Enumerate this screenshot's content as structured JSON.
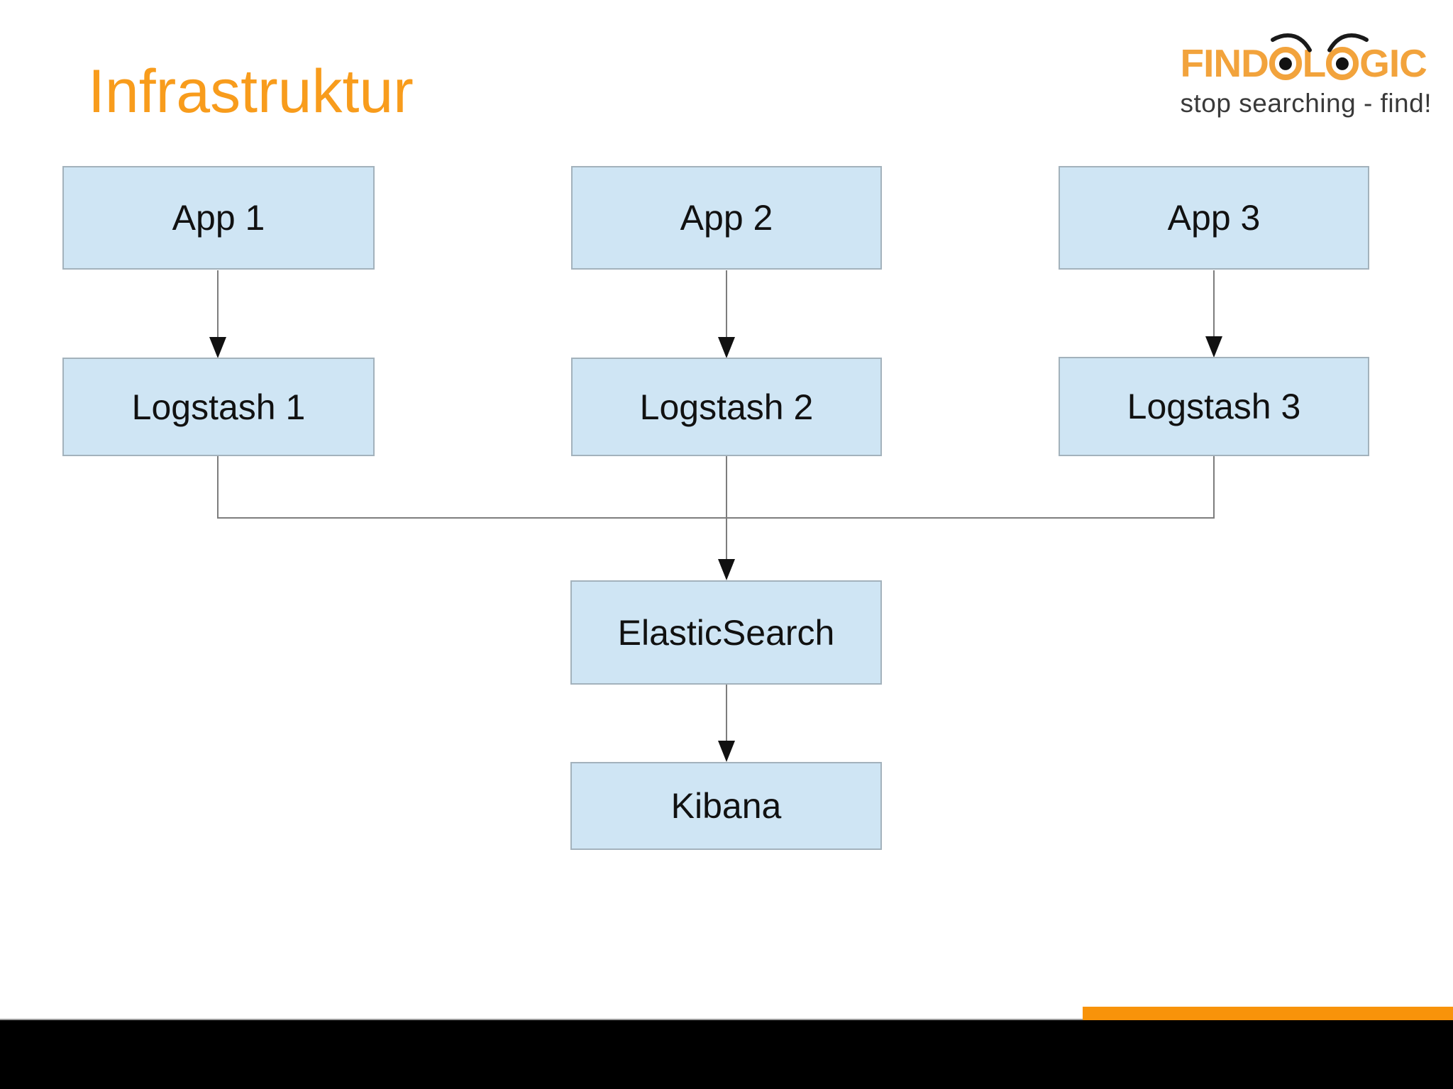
{
  "slide": {
    "title": "Infrastruktur",
    "background": "#ffffff"
  },
  "logo": {
    "full_name": "FINDOLOGIC",
    "part1": "FIND",
    "part2": "L",
    "part3": "GIC",
    "tagline": "stop searching - find!",
    "orange": "#F2A33C",
    "tagline_color": "#3A3A3A",
    "eye_icon": "angry-eye-with-pupil"
  },
  "colors": {
    "title_orange": "#F89C1C",
    "accent_bar_orange": "#F8930A",
    "footer_black": "#000000",
    "box_fill": "#CFE5F4",
    "box_border": "#A3B2BC",
    "box_text": "#111111",
    "connector_gray": "#7D7D7D",
    "arrowhead_black": "#111111"
  },
  "diagram": {
    "nodes": [
      {
        "id": "app1",
        "label": "App 1"
      },
      {
        "id": "app2",
        "label": "App 2"
      },
      {
        "id": "app3",
        "label": "App 3"
      },
      {
        "id": "logstash1",
        "label": "Logstash 1"
      },
      {
        "id": "logstash2",
        "label": "Logstash 2"
      },
      {
        "id": "logstash3",
        "label": "Logstash 3"
      },
      {
        "id": "elasticsearch",
        "label": "ElasticSearch"
      },
      {
        "id": "kibana",
        "label": "Kibana"
      }
    ],
    "edges": [
      {
        "from": "app1",
        "to": "logstash1",
        "arrow": true
      },
      {
        "from": "app2",
        "to": "logstash2",
        "arrow": true
      },
      {
        "from": "app3",
        "to": "logstash3",
        "arrow": true
      },
      {
        "from": "logstash1",
        "to": "elasticsearch",
        "arrow": false,
        "via": "merge-bus"
      },
      {
        "from": "logstash2",
        "to": "elasticsearch",
        "arrow": true,
        "via": "merge-bus"
      },
      {
        "from": "logstash3",
        "to": "elasticsearch",
        "arrow": false,
        "via": "merge-bus"
      },
      {
        "from": "elasticsearch",
        "to": "kibana",
        "arrow": true
      }
    ]
  }
}
